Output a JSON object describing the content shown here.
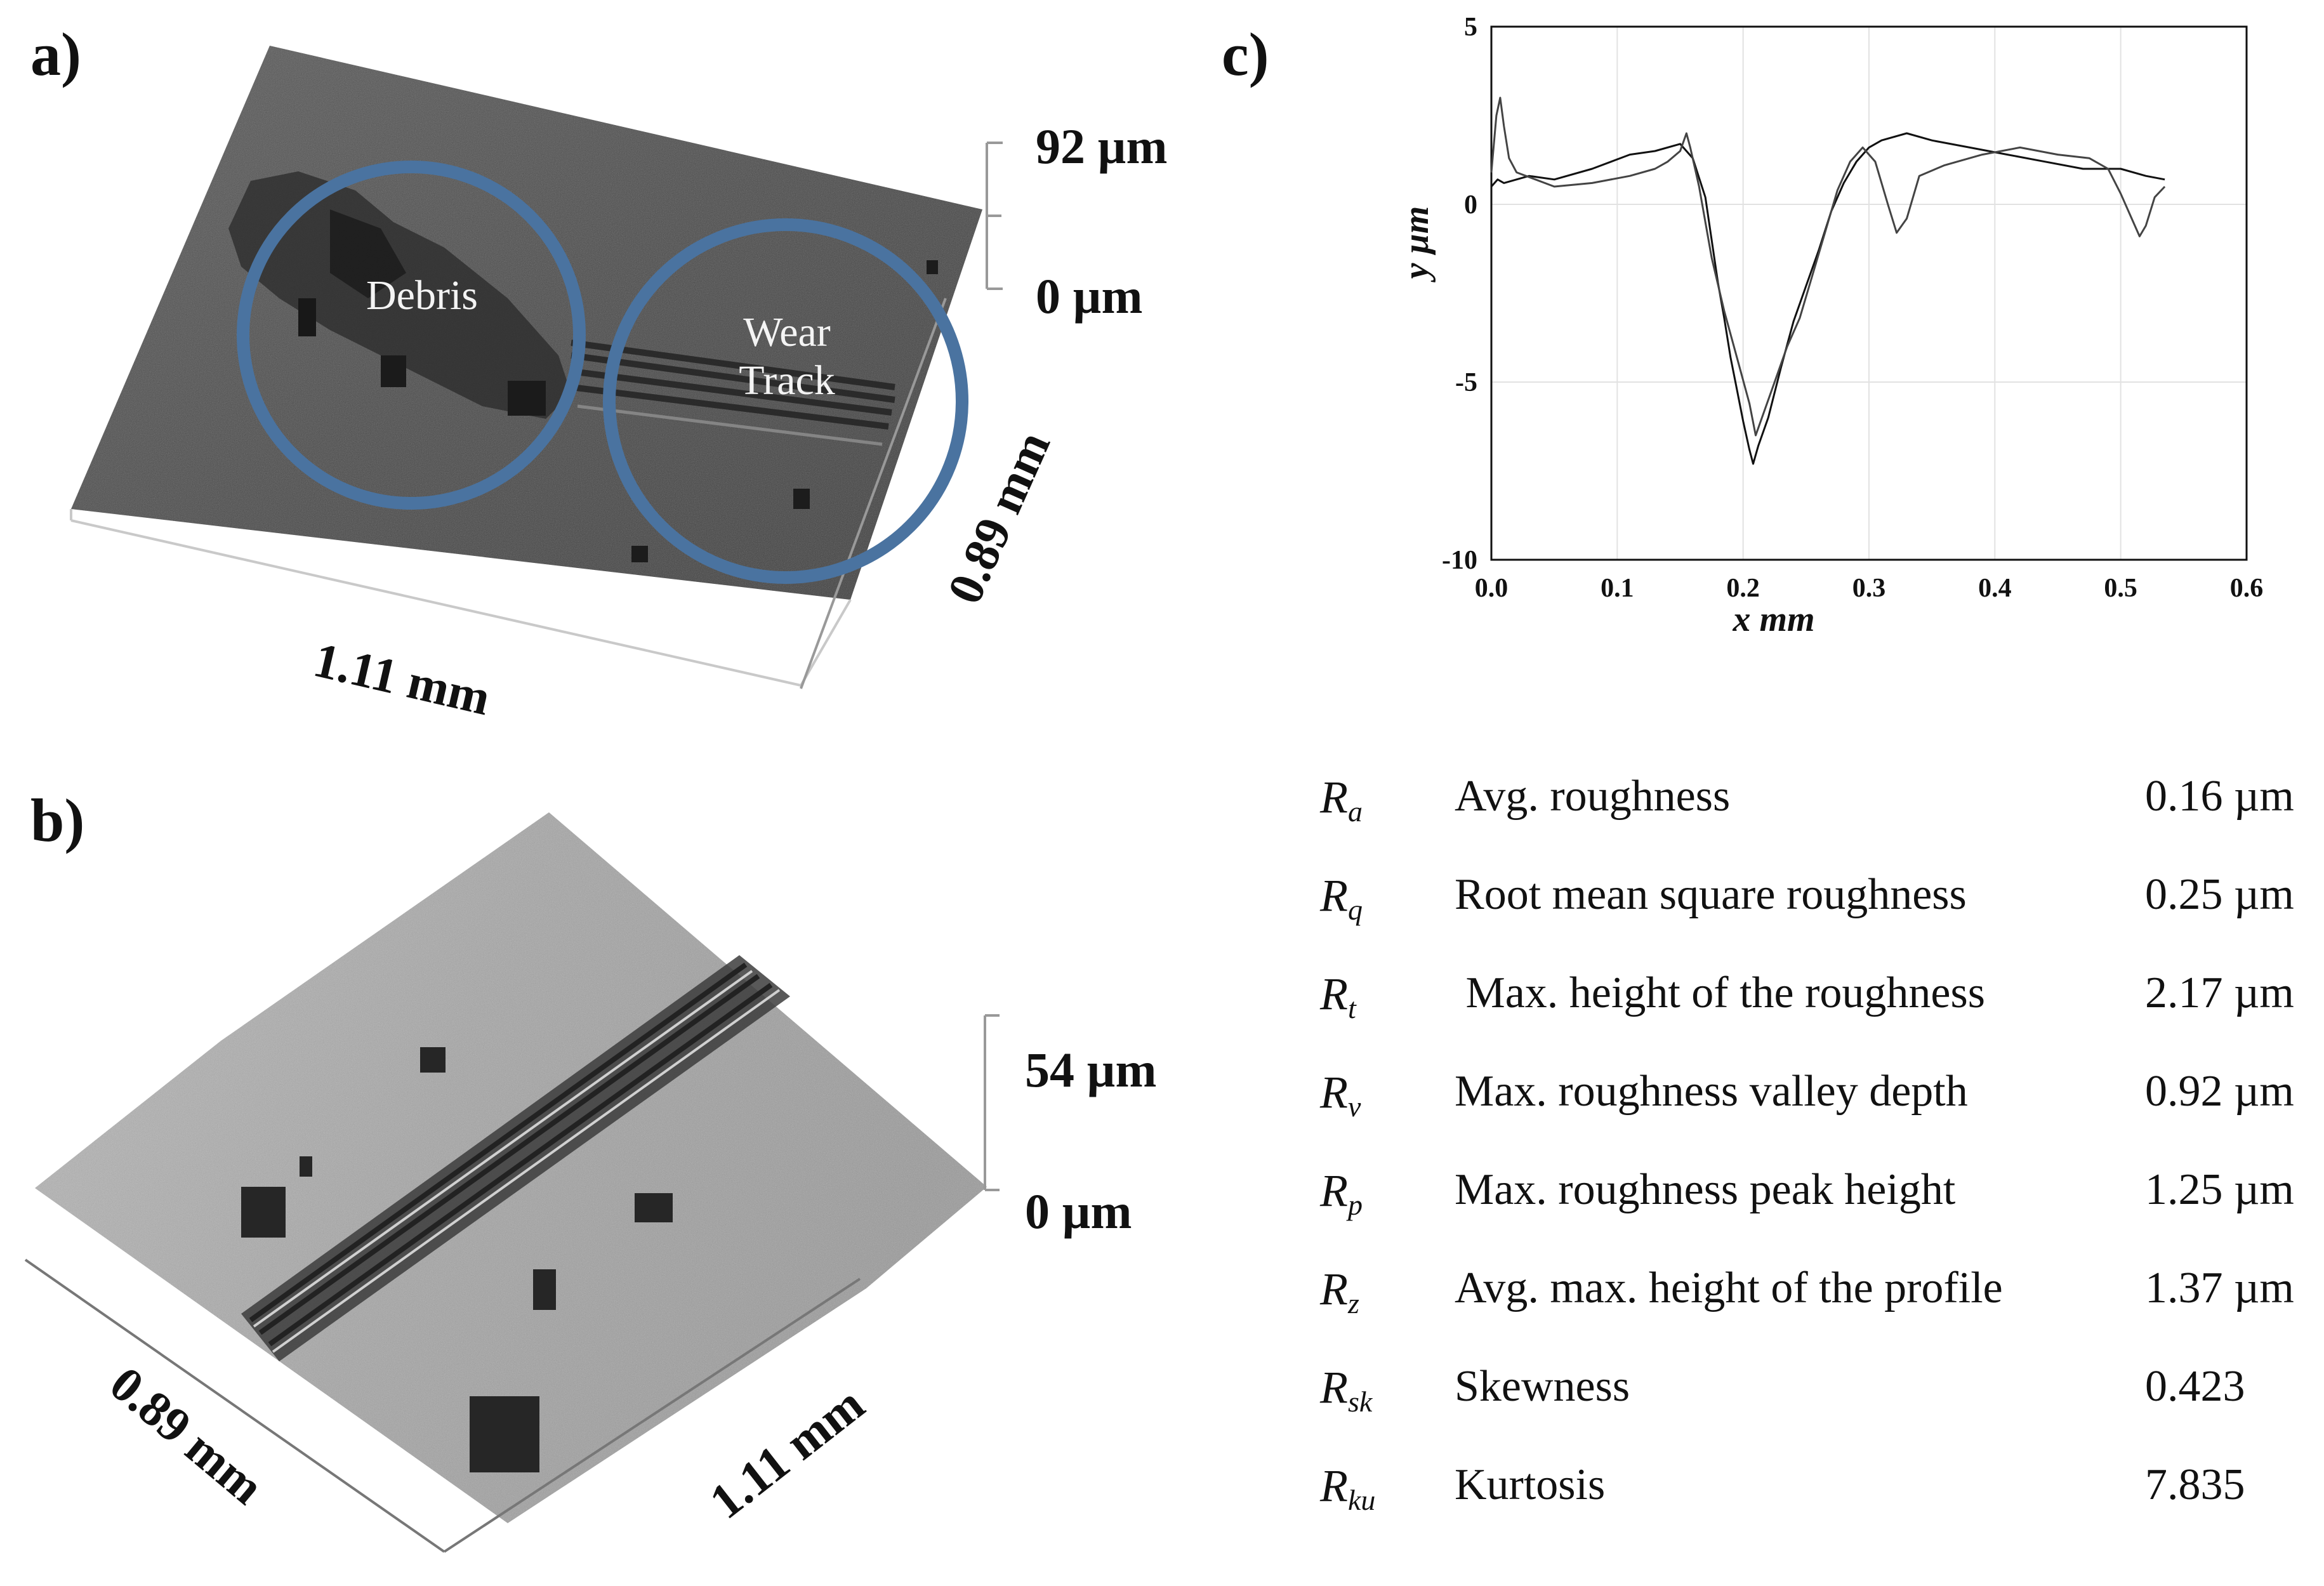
{
  "panels": {
    "a": {
      "label": "a)",
      "z_top": "92 µm",
      "z_bottom": "0 µm",
      "x_length": "1.11 mm",
      "y_length": "0.89 mm",
      "annotations": {
        "debris": "Debris",
        "wear_track_line1": "Wear",
        "wear_track_line2": "Track"
      },
      "circle_color": "#4a73a0"
    },
    "b": {
      "label": "b)",
      "z_top": "54 µm",
      "z_bottom": "0 µm",
      "x_length": "1.11 mm",
      "y_length": "0.89 mm"
    },
    "c": {
      "label": "c)"
    }
  },
  "chart_data": {
    "type": "line",
    "xlabel": "x mm",
    "ylabel": "y µm",
    "xlim": [
      0,
      0.6
    ],
    "ylim": [
      -10,
      5
    ],
    "xticks": [
      "0.0",
      "0.1",
      "0.2",
      "0.3",
      "0.4",
      "0.5",
      "0.6"
    ],
    "yticks": [
      "5",
      "0",
      "-5",
      "-10"
    ],
    "grid": true,
    "series": [
      {
        "values": [
          [
            0.0,
            0.5
          ],
          [
            0.005,
            0.7
          ],
          [
            0.01,
            0.6
          ],
          [
            0.03,
            0.8
          ],
          [
            0.05,
            0.7
          ],
          [
            0.08,
            1.0
          ],
          [
            0.11,
            1.4
          ],
          [
            0.13,
            1.5
          ],
          [
            0.15,
            1.7
          ],
          [
            0.16,
            1.3
          ],
          [
            0.17,
            0.2
          ],
          [
            0.175,
            -1.0
          ],
          [
            0.18,
            -2.2
          ],
          [
            0.185,
            -3.2
          ],
          [
            0.19,
            -4.3
          ],
          [
            0.195,
            -5.2
          ],
          [
            0.2,
            -6.1
          ],
          [
            0.205,
            -6.9
          ],
          [
            0.208,
            -7.3
          ],
          [
            0.212,
            -6.8
          ],
          [
            0.22,
            -6.0
          ],
          [
            0.23,
            -4.6
          ],
          [
            0.24,
            -3.3
          ],
          [
            0.25,
            -2.3
          ],
          [
            0.26,
            -1.3
          ],
          [
            0.27,
            -0.2
          ],
          [
            0.28,
            0.6
          ],
          [
            0.29,
            1.2
          ],
          [
            0.3,
            1.6
          ],
          [
            0.31,
            1.8
          ],
          [
            0.33,
            2.0
          ],
          [
            0.35,
            1.8
          ],
          [
            0.38,
            1.6
          ],
          [
            0.41,
            1.4
          ],
          [
            0.44,
            1.2
          ],
          [
            0.47,
            1.0
          ],
          [
            0.5,
            1.0
          ],
          [
            0.52,
            0.8
          ],
          [
            0.535,
            0.7
          ]
        ]
      },
      {
        "values": [
          [
            0.0,
            0.9
          ],
          [
            0.004,
            2.5
          ],
          [
            0.007,
            3.0
          ],
          [
            0.01,
            2.2
          ],
          [
            0.014,
            1.3
          ],
          [
            0.02,
            0.9
          ],
          [
            0.05,
            0.5
          ],
          [
            0.08,
            0.6
          ],
          [
            0.11,
            0.8
          ],
          [
            0.13,
            1.0
          ],
          [
            0.14,
            1.2
          ],
          [
            0.15,
            1.5
          ],
          [
            0.155,
            2.0
          ],
          [
            0.158,
            1.6
          ],
          [
            0.165,
            0.5
          ],
          [
            0.175,
            -1.5
          ],
          [
            0.185,
            -3.0
          ],
          [
            0.195,
            -4.3
          ],
          [
            0.205,
            -5.6
          ],
          [
            0.21,
            -6.5
          ],
          [
            0.215,
            -6.0
          ],
          [
            0.225,
            -5.0
          ],
          [
            0.235,
            -4.0
          ],
          [
            0.245,
            -3.2
          ],
          [
            0.255,
            -2.0
          ],
          [
            0.265,
            -0.8
          ],
          [
            0.275,
            0.4
          ],
          [
            0.285,
            1.2
          ],
          [
            0.295,
            1.6
          ],
          [
            0.305,
            1.2
          ],
          [
            0.315,
            0.0
          ],
          [
            0.322,
            -0.8
          ],
          [
            0.33,
            -0.4
          ],
          [
            0.34,
            0.8
          ],
          [
            0.36,
            1.1
          ],
          [
            0.39,
            1.4
          ],
          [
            0.42,
            1.6
          ],
          [
            0.45,
            1.4
          ],
          [
            0.475,
            1.3
          ],
          [
            0.49,
            1.0
          ],
          [
            0.5,
            0.3
          ],
          [
            0.51,
            -0.5
          ],
          [
            0.515,
            -0.9
          ],
          [
            0.52,
            -0.6
          ],
          [
            0.527,
            0.2
          ],
          [
            0.535,
            0.5
          ]
        ]
      }
    ]
  },
  "roughness_table": [
    {
      "symbol": "R",
      "sub": "a",
      "description": "Avg. roughness",
      "value": "0.16 µm"
    },
    {
      "symbol": "R",
      "sub": "q",
      "description": "Root mean square roughness",
      "value": "0.25 µm"
    },
    {
      "symbol": "R",
      "sub": "t",
      "description": " Max. height of the roughness",
      "value": "2.17 µm"
    },
    {
      "symbol": "R",
      "sub": "v",
      "description": "Max. roughness valley depth",
      "value": "0.92 µm"
    },
    {
      "symbol": "R",
      "sub": "p",
      "description": "Max. roughness peak height",
      "value": "1.25 µm"
    },
    {
      "symbol": "R",
      "sub": "z",
      "description": "Avg. max. height of the profile",
      "value": "1.37 µm"
    },
    {
      "symbol": "R",
      "sub": "sk",
      "description": "Skewness",
      "value": "0.423"
    },
    {
      "symbol": "R",
      "sub": "ku",
      "description": "Kurtosis",
      "value": "7.835"
    }
  ]
}
